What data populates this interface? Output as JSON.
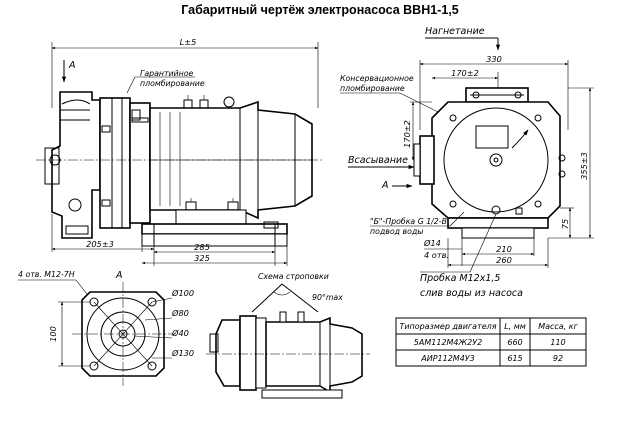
{
  "title": "Габаритный чертёж электронасоса ВВН1-1,5",
  "labels": {
    "section_a_top": "A",
    "warranty_seal_1": "Гарантийное",
    "warranty_seal_2": "пломбирование",
    "conservation_seal_1": "Консервационное",
    "conservation_seal_2": "пломбирование",
    "discharge": "Нагнетание",
    "suction": "Всасывание",
    "section_a_side": "A",
    "plug_b_1": "\"Б\"-Пробка G 1/2-В",
    "plug_b_2": "подвод воды",
    "plug_m12_1": "Пробка M12x1,5",
    "plug_m12_2": "слив воды из насоса",
    "view_a": "A",
    "holes": "4 отв. M12-7H",
    "sling_scheme": "Схема строповки",
    "sling_angle": "90°max",
    "bottom_holes": "4 отв."
  },
  "dims": {
    "L": "L±5",
    "d205": "205±3",
    "d285": "285",
    "d325": "325",
    "d330": "330",
    "d170w": "170±2",
    "d170h": "170±2",
    "d355": "355±3",
    "d75": "75",
    "d14": "Ø14",
    "d210": "210",
    "d260": "260",
    "phi100": "Ø100",
    "phi80": "Ø80",
    "phi40": "Ø40",
    "phi130": "Ø130",
    "d100": "100"
  },
  "table": {
    "headers": [
      "Типоразмер двигателя",
      "L, мм",
      "Масса, кг"
    ],
    "rows": [
      [
        "5АМ112М4Ж2У2",
        "660",
        "110"
      ],
      [
        "АИР112М4У3",
        "615",
        "92"
      ]
    ]
  }
}
